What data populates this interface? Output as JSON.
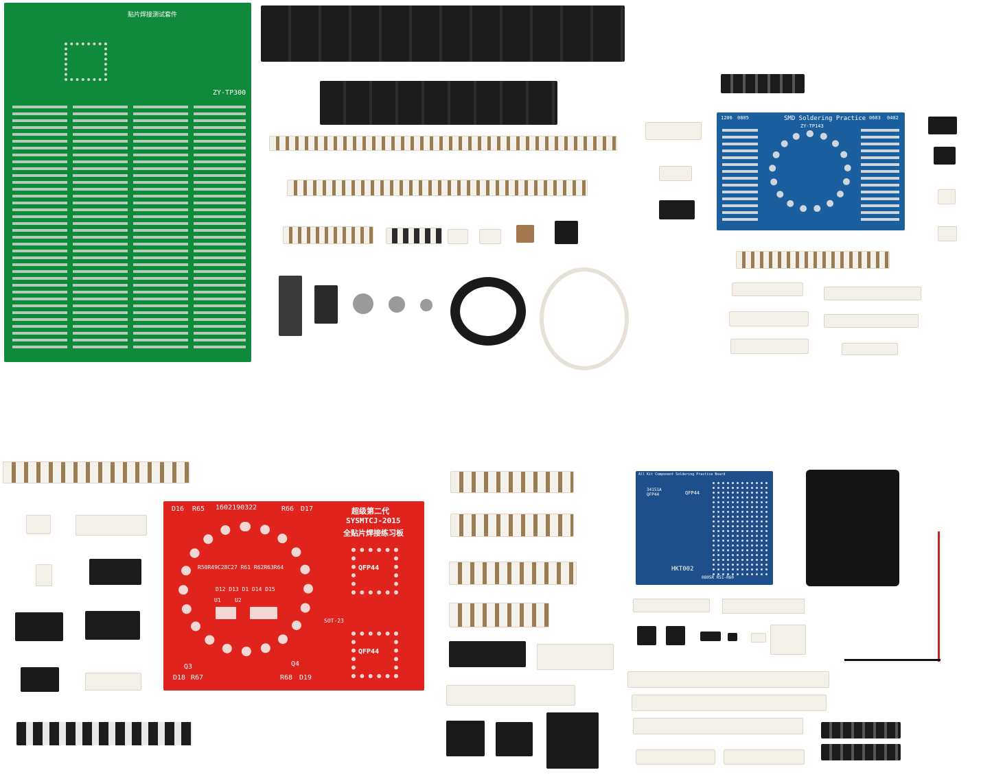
{
  "colors": {
    "green_pcb": "#0f8a3a",
    "blue_pcb": "#1c5f9e",
    "red_pcb": "#e0231c",
    "navy_pcb": "#1f4f8a",
    "tape_white": "#f4f1ea",
    "tape_black": "#1c1c1c"
  },
  "kits": {
    "green": {
      "board_title": "贴片焊接测试套件",
      "board_model": "ZY-TP300"
    },
    "blue": {
      "board_title": "SMD Soldering Practice",
      "board_model": "ZY-TP143",
      "size_labels": [
        "1206",
        "0805",
        "0603",
        "0402"
      ]
    },
    "red": {
      "board_id": "1602190322",
      "title_line1": "超级第二代",
      "title_line2": "SYSMTCJ-2015",
      "title_line3": "全贴片焊接练习板",
      "qfp_label": "QFP44",
      "sot_label": "SOT-23",
      "ref_labels": [
        "D16",
        "R65",
        "R66",
        "D17",
        "D18",
        "R67",
        "R68",
        "D19",
        "Q3",
        "Q4"
      ],
      "row_labels": [
        "R50R49C28C27 R61 R62R63R64",
        "D12 D13  D1  D14 D15",
        "U1",
        "U2"
      ]
    },
    "navy": {
      "board_title": "All Kit Component Soldering Practice Board",
      "chip_label": "34151A QFP44",
      "qfp_label": "QFP44",
      "model": "HKT002",
      "footer": "0805R  R51-R60"
    }
  }
}
